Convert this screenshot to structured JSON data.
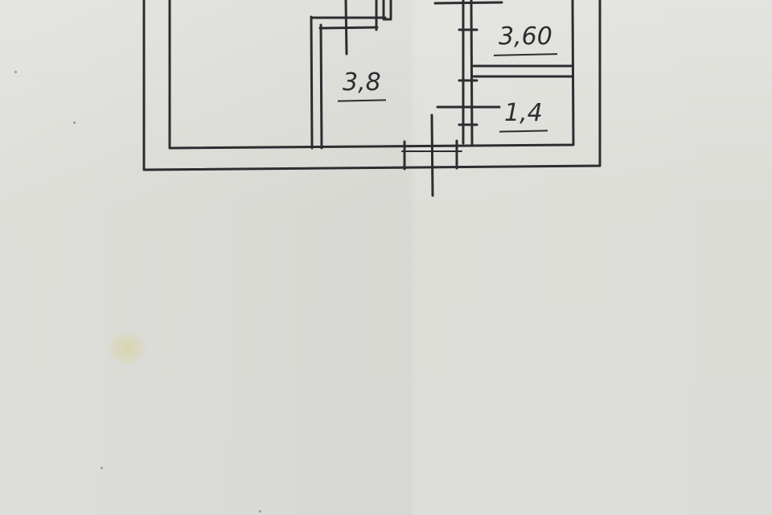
{
  "document": {
    "type": "hand-drawn floor plan on paper",
    "rooms": [
      {
        "label": "3,8"
      },
      {
        "label": "3,60"
      },
      {
        "label": "1,4"
      }
    ]
  },
  "colors": {
    "paper": "#dcdcd8",
    "ink": "#2d2d31"
  }
}
